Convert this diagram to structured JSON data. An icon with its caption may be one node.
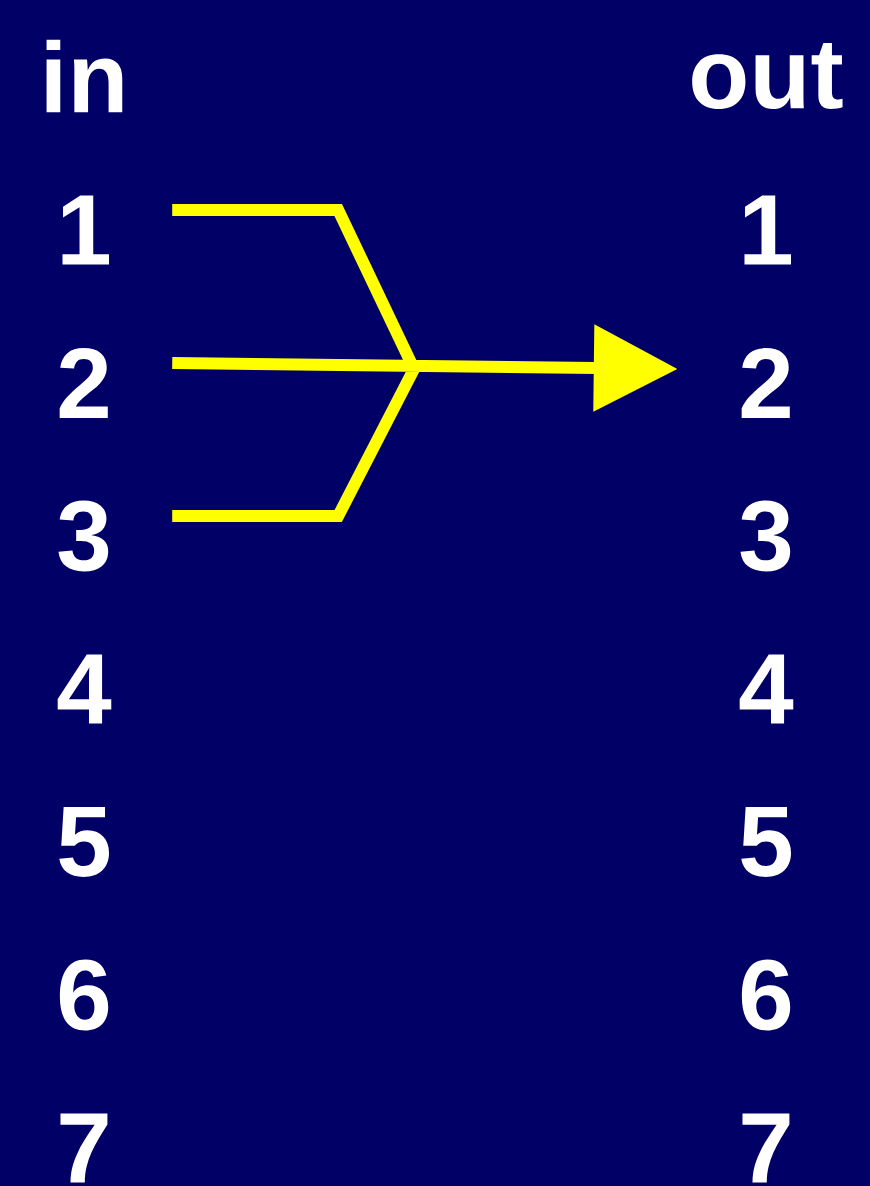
{
  "diagram": {
    "nodes": [
      {
        "text": [
          "1"
        ]
      },
      {
        "text": [
          "2"
        ]
      },
      {
        "text": [
          "3"
        ]
      },
      {
        "text": [
          "4"
        ]
      },
      {
        "text": [
          "5"
        ]
      },
      {
        "text": [
          "6"
        ]
      },
      {
        "text": [
          "7"
        ]
      },
      {
        "text": [
          "1"
        ]
      },
      {
        "text": [
          "2"
        ]
      },
      {
        "text": [
          "3"
        ]
      },
      {
        "text": [
          "4"
        ]
      },
      {
        "text": [
          "5"
        ]
      },
      {
        "text": [
          "6"
        ]
      },
      {
        "text": [
          "7"
        ]
      }
    ],
    "edges": [
      {
        "from": 0,
        "to": 8,
        "arrow": "to"
      },
      {
        "from": 1,
        "to": 8,
        "arrow": "to"
      },
      {
        "from": 2,
        "to": 8,
        "arrow": "to"
      }
    ],
    "labels": [
      "in",
      "out"
    ]
  }
}
